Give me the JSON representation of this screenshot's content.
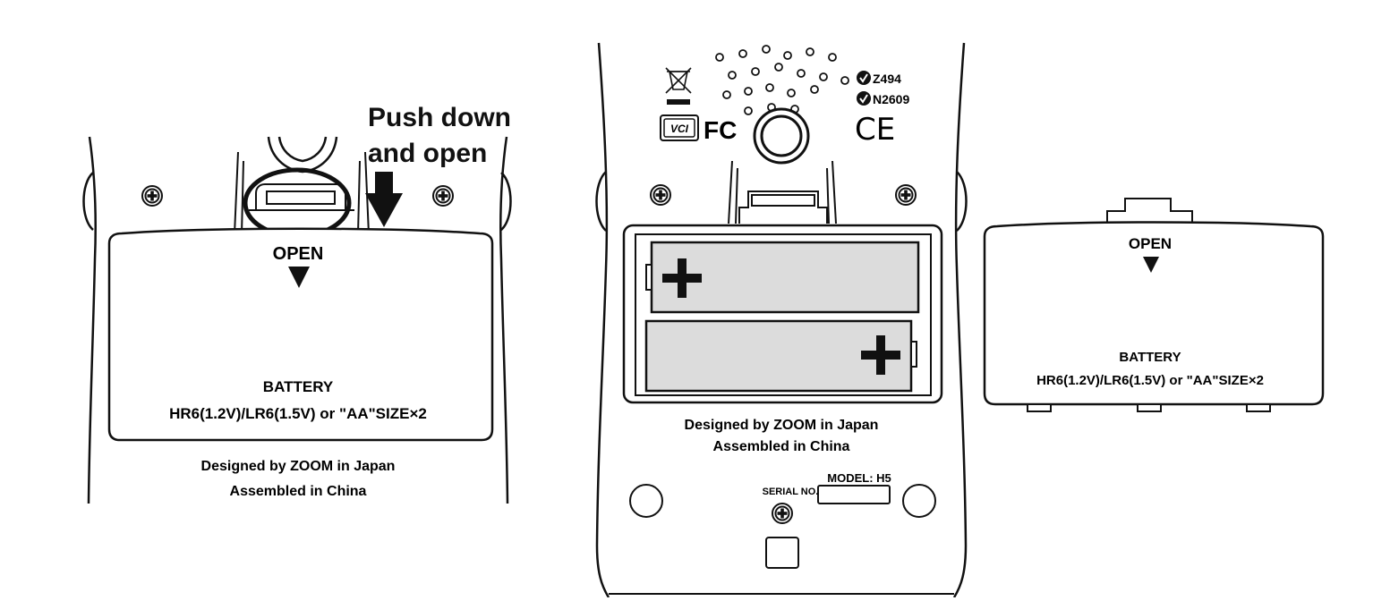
{
  "panel_left": {
    "callout_line1": "Push down",
    "callout_line2": "and open",
    "open_label": "OPEN",
    "battery_title": "BATTERY",
    "battery_spec": "HR6(1.2V)/LR6(1.5V) or \"AA\"SIZE×2",
    "designed_by": "Designed by ZOOM in Japan",
    "assembled_in": "Assembled in China"
  },
  "panel_center": {
    "cert_z": "Z494",
    "cert_n": "N2609",
    "ce_mark": "CE",
    "vcci_mark": "VCI",
    "fc_mark": "FC",
    "designed_by": "Designed by ZOOM in Japan",
    "assembled_in": "Assembled in China",
    "model_label": "MODEL: H5",
    "serial_label": "SERIAL NO."
  },
  "panel_right": {
    "open_label": "OPEN",
    "battery_title": "BATTERY",
    "battery_spec": "HR6(1.2V)/LR6(1.5V) or \"AA\"SIZE×2"
  },
  "icons": {
    "screw": "screw-icon",
    "plus": "plus-icon",
    "arrow": "arrow-down-icon",
    "weee": "weee-bin-icon"
  }
}
